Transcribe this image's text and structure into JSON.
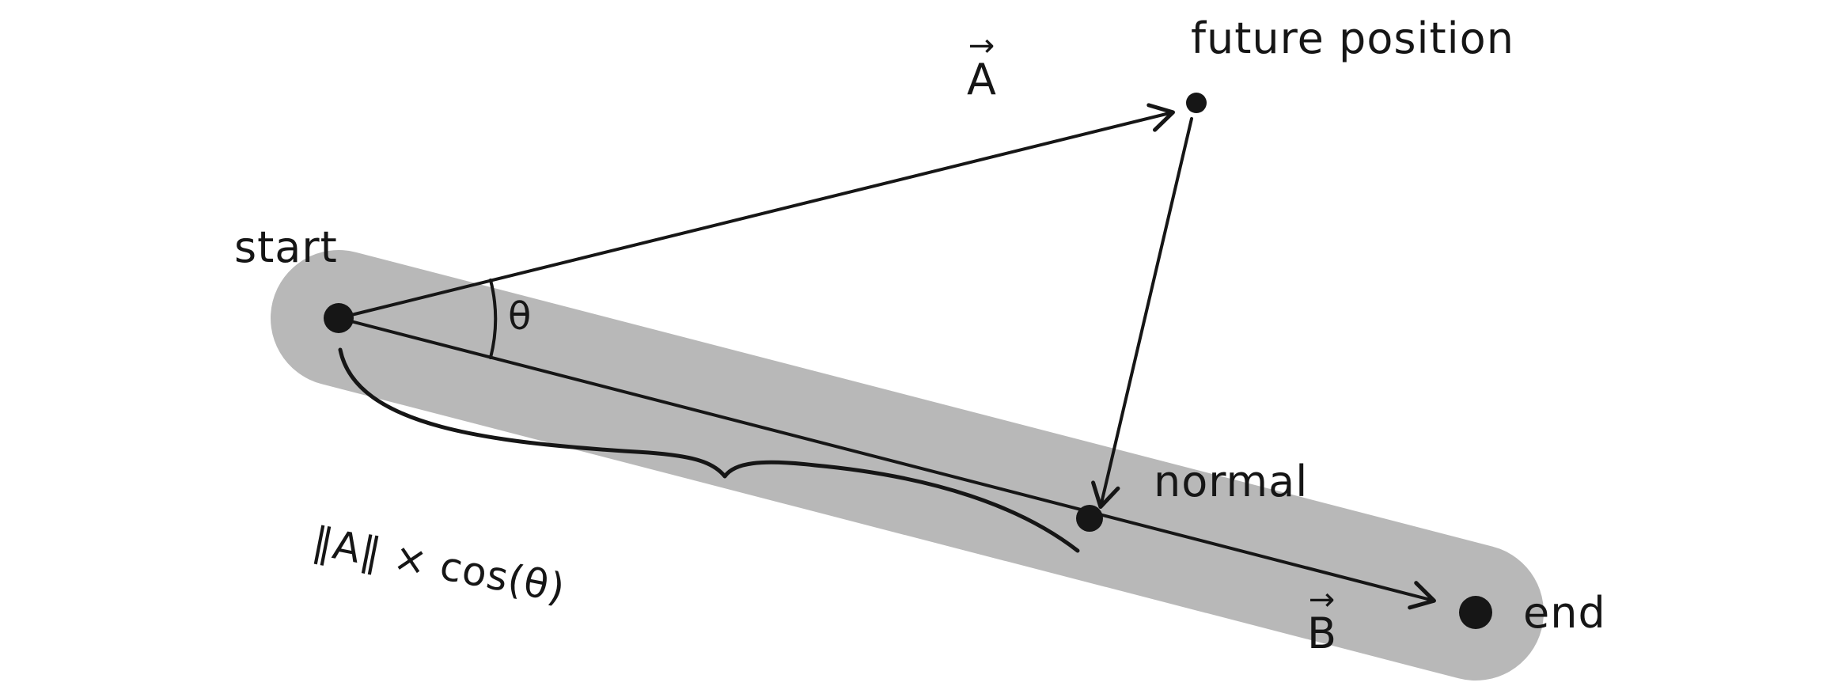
{
  "title": "vector-projection-diagram",
  "colors": {
    "background": "#ffffff",
    "ink": "#161616",
    "track_gray": "#b8b8b8"
  },
  "labels": {
    "start": "start",
    "future_position": "future position",
    "vector_a": "A",
    "vector_a_arrow": "→",
    "vector_b": "B",
    "vector_b_arrow": "→",
    "theta": "θ",
    "normal": "normal",
    "end": "end",
    "projection_formula": "‖A‖ × cos(θ)"
  }
}
